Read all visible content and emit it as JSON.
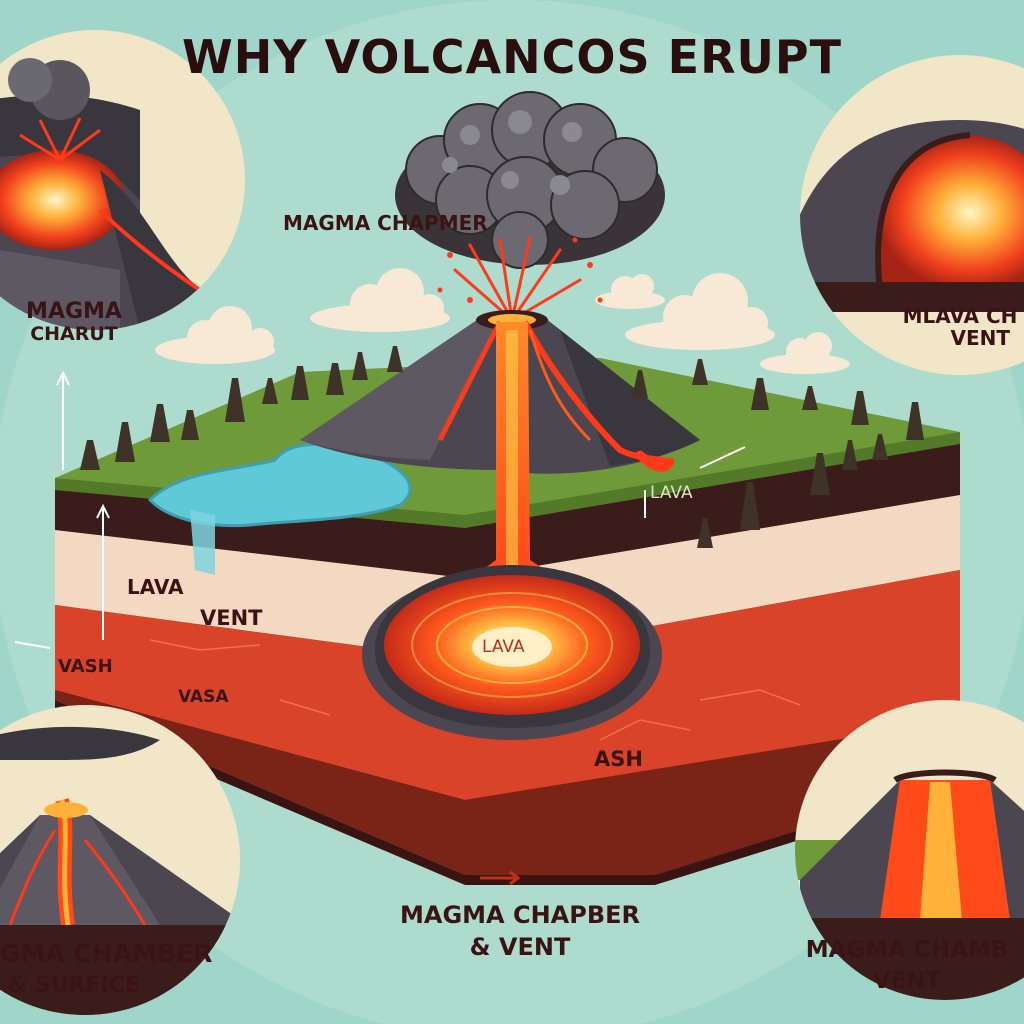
{
  "title": "WHY VOLCANCOS ERUPT",
  "colors": {
    "background": "#9fd6c9",
    "lava": "#ff4a1a",
    "lava_glow": "#ffd24a",
    "rock": "#4b4650",
    "grass": "#6f9a3a",
    "soil_dark": "#3a1c1a",
    "soil_light": "#f3d9c2",
    "soil_red": "#d8432a",
    "water": "#5fc9d8",
    "smoke": "#6a6870",
    "text": "#3a1414"
  },
  "labels": {
    "magma_chapmer": "MAGMA CHAPMER",
    "magma_charut_1": "MAGMA",
    "magma_charut_2": "CHARUT",
    "mlava_ch_1": "MLAVA CH",
    "mlava_ch_2": "VENT",
    "lava_left": "LAVA",
    "vent_left": "VENT",
    "vash": "VASH",
    "vasa": "VASA",
    "lava_center": "LAVA",
    "lava_right": "LAVA",
    "ash": "ASH",
    "bottom_center_1": "MAGMA CHAPBER",
    "bottom_center_2": "& VENT",
    "bottom_left_1": "GMA CHAMBER",
    "bottom_left_2": "& SURFICE",
    "bottom_right_1": "MAGMA CHAMB",
    "bottom_right_2": "VENT"
  }
}
